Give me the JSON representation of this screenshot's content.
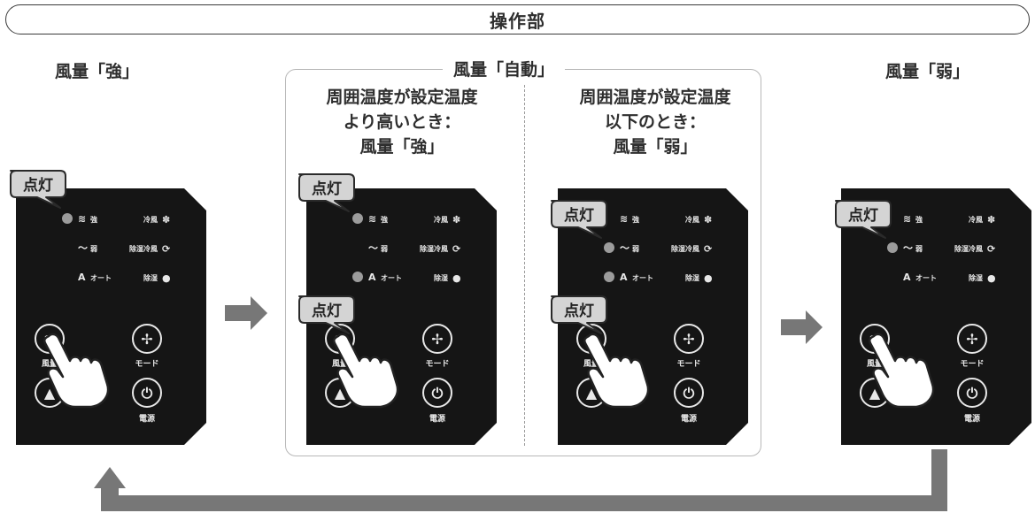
{
  "title": "操作部",
  "heading_strong": "風量「強」",
  "heading_auto": "風量「自動」",
  "heading_weak": "風量「弱」",
  "auto_high_condition": [
    "周囲温度が設定温度",
    "より高いとき：",
    "風量「強」"
  ],
  "auto_low_condition": [
    "周囲温度が設定温度",
    "以下のとき：",
    "風量「弱」"
  ],
  "callout_label": "点灯",
  "panel": {
    "fan_strong": "強",
    "fan_weak": "弱",
    "fan_auto": "オート",
    "mode_cool": "冷風",
    "mode_dehum_cool": "除湿冷風",
    "mode_dehum": "除湿",
    "btn_fan": "風量",
    "btn_mode": "モード",
    "btn_power": "電源"
  },
  "colors": {
    "panel_bg": "#151515",
    "led_on": "#9c9c9c",
    "arrow": "#777777",
    "callout_bg": "#d4d4d4"
  }
}
